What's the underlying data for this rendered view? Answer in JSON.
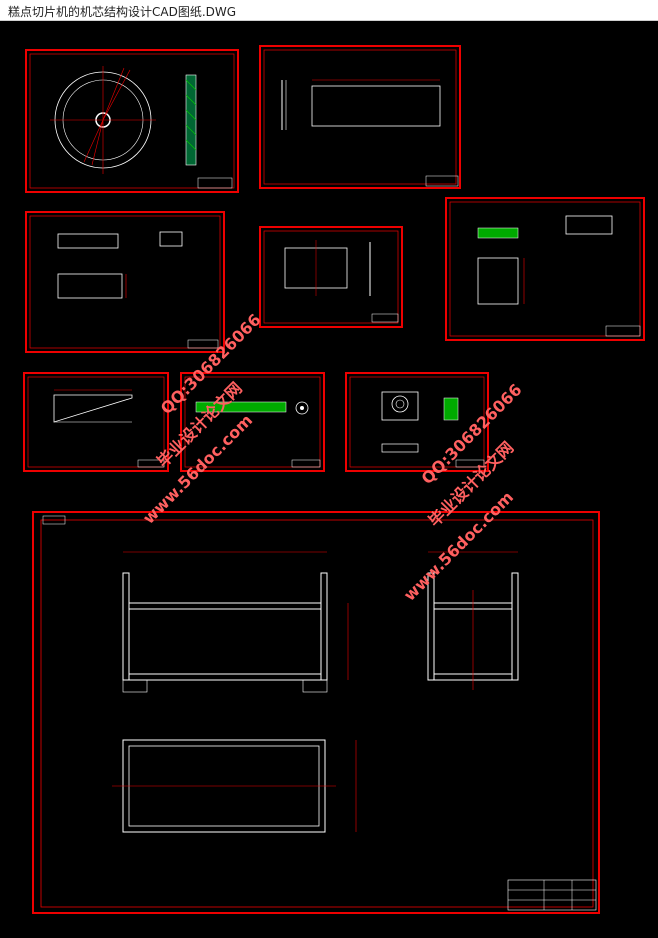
{
  "window": {
    "title": "糕点切片机的机芯结构设计CAD图纸.DWG"
  },
  "drawing": {
    "background": "#000000",
    "frame_color": "#ff0000",
    "line_color": "#ffffff",
    "dim_color": "#ff2020",
    "highlight_color": "#00c000"
  },
  "watermarks": [
    {
      "site": "www.56doc.com",
      "qq": "QQ:306826066",
      "brand": "毕业设计论文网"
    },
    {
      "site": "www.56doc.com",
      "qq": "QQ:306826066",
      "brand": "毕业设计论文网"
    }
  ]
}
